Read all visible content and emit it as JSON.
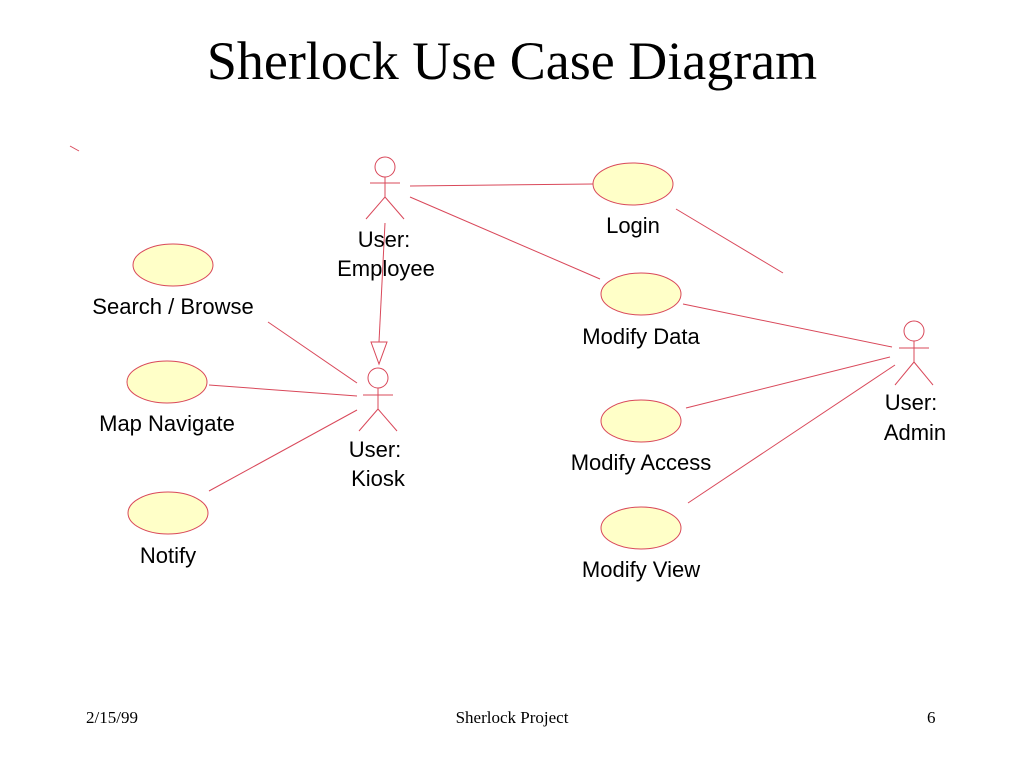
{
  "slide": {
    "title": "Sherlock Use Case Diagram"
  },
  "actors": {
    "employee": {
      "line1": "User:",
      "line2": "Employee"
    },
    "kiosk": {
      "line1": "User:",
      "line2": "Kiosk"
    },
    "admin": {
      "line1": "User:",
      "line2": "Admin"
    }
  },
  "use_cases": {
    "search_browse": "Search / Browse",
    "map_navigate": "Map Navigate",
    "notify": "Notify",
    "login": "Login",
    "modify_data": "Modify Data",
    "modify_access": "Modify Access",
    "modify_view": "Modify View"
  },
  "footer": {
    "date": "2/15/99",
    "project": "Sherlock Project",
    "page": "6"
  },
  "colors": {
    "line": "#d9485a",
    "ellipse_fill": "#ffffc8",
    "ellipse_stroke": "#d9485a"
  }
}
